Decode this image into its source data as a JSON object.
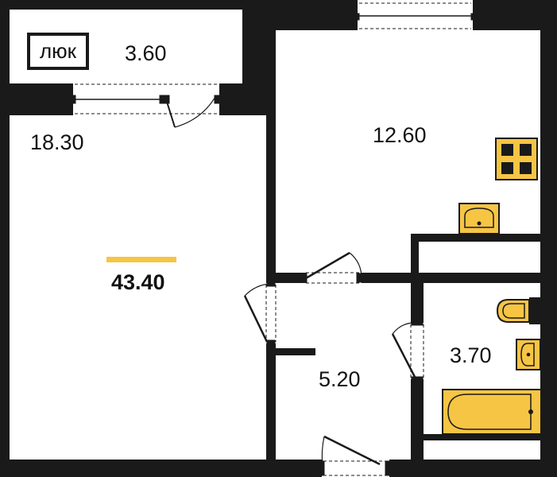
{
  "plan": {
    "hatch_label": "люк",
    "total_area": "43.40",
    "rooms": [
      {
        "id": "balcony",
        "area": "3.60"
      },
      {
        "id": "living-room",
        "area": "18.30"
      },
      {
        "id": "kitchen",
        "area": "12.60"
      },
      {
        "id": "hallway",
        "area": "5.20"
      },
      {
        "id": "bathroom",
        "area": "3.70"
      }
    ]
  },
  "colors": {
    "wall": "#1a1a1a",
    "fixture_fill": "#f6c544",
    "accent_bar": "#f6c544",
    "floor": "#ffffff"
  },
  "icons": {
    "stove": "stove-icon",
    "kitchen_sink": "kitchen-sink-icon",
    "toilet": "toilet-icon",
    "wash_basin": "wash-basin-icon",
    "bathtub": "bathtub-icon"
  }
}
